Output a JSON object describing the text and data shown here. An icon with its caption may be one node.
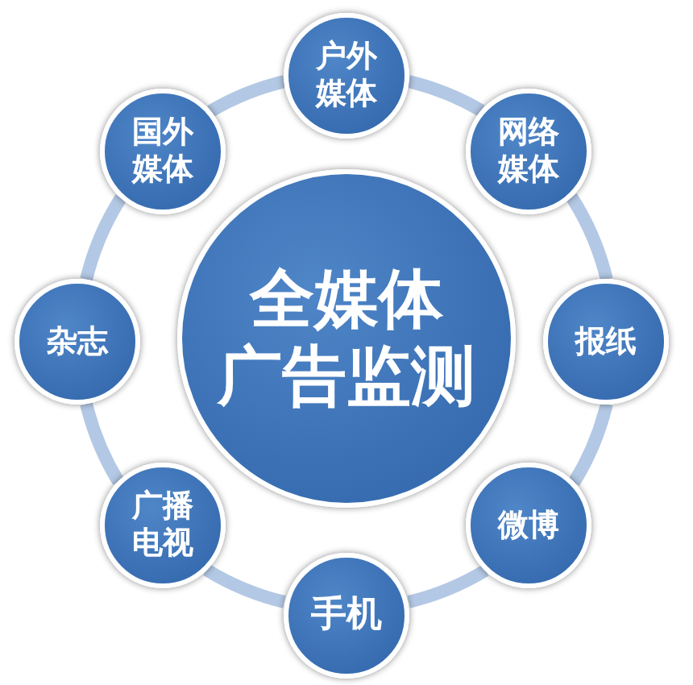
{
  "diagram": {
    "nodes": [
      {
        "text": [
          "全媒体",
          "广告监测"
        ]
      },
      {
        "text": [
          "户外媒体"
        ]
      },
      {
        "text": [
          "网络媒体"
        ]
      },
      {
        "text": [
          "报纸"
        ]
      },
      {
        "text": [
          "微博"
        ]
      },
      {
        "text": [
          "手机"
        ]
      },
      {
        "text": [
          "广播电视"
        ]
      },
      {
        "text": [
          "杂志"
        ]
      },
      {
        "text": [
          "国外媒体"
        ]
      }
    ],
    "edges": [
      {
        "from": 1,
        "to": 2,
        "arrow": "none"
      },
      {
        "from": 2,
        "to": 3,
        "arrow": "none"
      },
      {
        "from": 3,
        "to": 4,
        "arrow": "none"
      },
      {
        "from": 4,
        "to": 5,
        "arrow": "none"
      },
      {
        "from": 5,
        "to": 6,
        "arrow": "none"
      },
      {
        "from": 6,
        "to": 7,
        "arrow": "none"
      },
      {
        "from": 7,
        "to": 8,
        "arrow": "none"
      },
      {
        "from": 8,
        "to": 1,
        "arrow": "none"
      }
    ]
  }
}
